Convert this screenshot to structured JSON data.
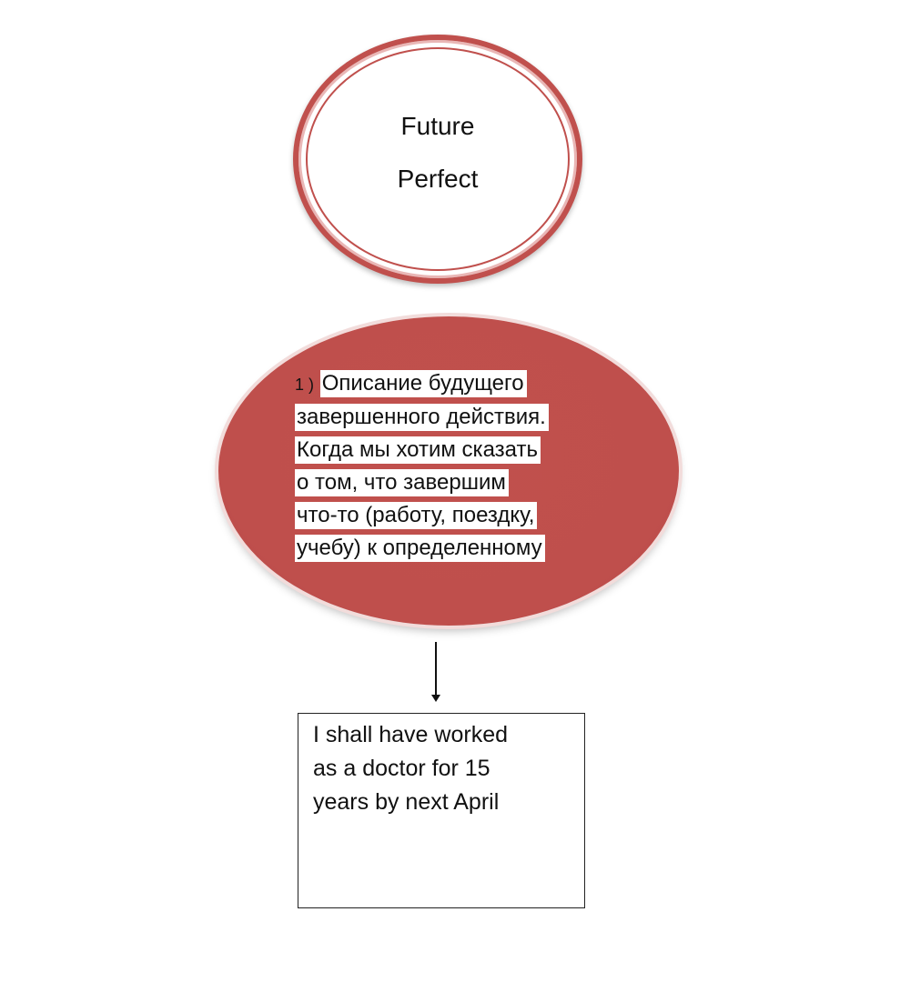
{
  "top_node": {
    "title_lines": [
      "Future",
      "Perfect"
    ]
  },
  "middle_node": {
    "number": "1 )",
    "lines": [
      "Описание будущего",
      "завершенного действия.",
      "Когда мы хотим сказать",
      "о том, что завершим",
      "что-то (работу, поездку,",
      "учебу) к определенному"
    ]
  },
  "example_box": {
    "lines": [
      " I shall have worked",
      "as a doctor for 15",
      "years by next April"
    ]
  },
  "colors": {
    "accent_red": "#c0504d",
    "outline_pink": "#e9b7b6",
    "text": "#111111",
    "background": "#ffffff"
  }
}
